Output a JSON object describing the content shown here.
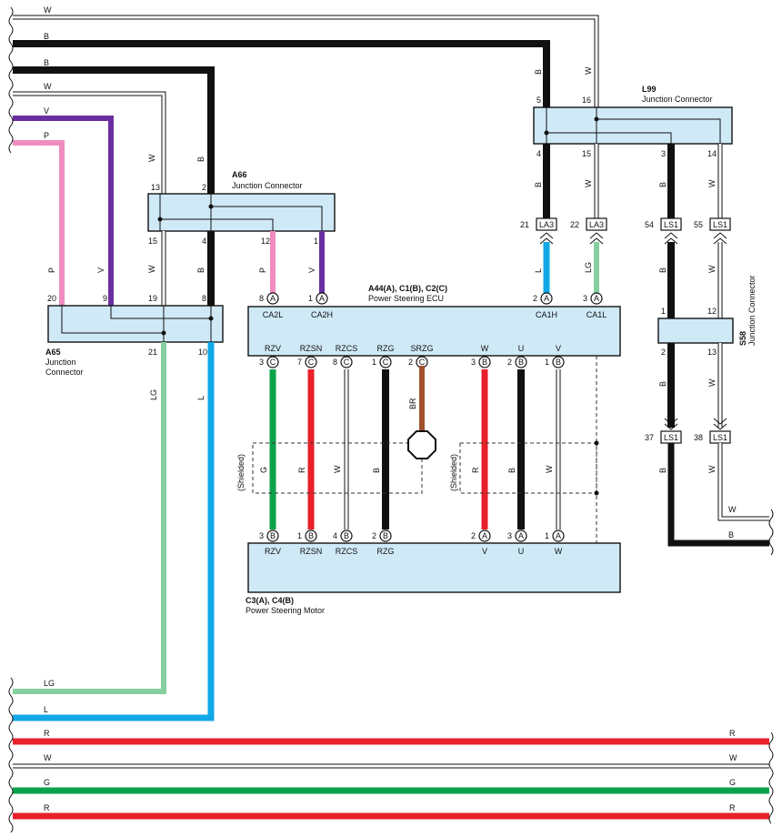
{
  "wire_colors": {
    "B": "#111111",
    "W": "#ffffff",
    "V": "#6a2fa0",
    "P": "#f08cc0",
    "LG": "#86d0a0",
    "L": "#12a8e8",
    "R": "#e8202a",
    "G": "#0aa24a",
    "BR": "#a0522d"
  },
  "left_wires": [
    "W",
    "B",
    "B",
    "W",
    "V",
    "P"
  ],
  "bottom_wires": {
    "lg": "LG",
    "l": "L",
    "rows": [
      "R",
      "W",
      "G",
      "R"
    ]
  },
  "l99": {
    "id": "L99",
    "name": "Junction Connector",
    "pins": [
      "5",
      "16",
      "4",
      "15",
      "3",
      "14"
    ],
    "wires": [
      "B",
      "W",
      "B",
      "W",
      "B",
      "W"
    ]
  },
  "a66": {
    "id": "A66",
    "name": "Junction Connector",
    "pins": [
      "13",
      "2",
      "15",
      "4",
      "12",
      "1"
    ],
    "wires": [
      "W",
      "B",
      "W",
      "B",
      "P",
      "V"
    ]
  },
  "a65": {
    "id": "A65",
    "name": "Junction",
    "name2": "Connector",
    "pins": [
      "20",
      "9",
      "19",
      "8",
      "21",
      "10"
    ],
    "wires": [
      "P",
      "V",
      "W",
      "B",
      "LG",
      "L"
    ]
  },
  "ecu": {
    "id": "A44(A), C1(B), C2(C)",
    "name": "Power Steering ECU",
    "top_pins": [
      {
        "num": "8",
        "letter": "A",
        "term": "CA2L",
        "wire": "P"
      },
      {
        "num": "1",
        "letter": "A",
        "term": "CA2H",
        "wire": "V"
      },
      {
        "num": "2",
        "letter": "A",
        "term": "CA1H",
        "wire": "L"
      },
      {
        "num": "3",
        "letter": "A",
        "term": "CA1L",
        "wire": "LG"
      }
    ],
    "bottom_pins": [
      {
        "num": "3",
        "letter": "C",
        "term": "RZV",
        "wire": "G"
      },
      {
        "num": "7",
        "letter": "C",
        "term": "RZSN",
        "wire": "R"
      },
      {
        "num": "8",
        "letter": "C",
        "term": "RZCS",
        "wire": "W"
      },
      {
        "num": "1",
        "letter": "C",
        "term": "RZG",
        "wire": "B"
      },
      {
        "num": "2",
        "letter": "C",
        "term": "SRZG",
        "wire": "BR"
      },
      {
        "num": "3",
        "letter": "B",
        "term": "W",
        "wire": "R"
      },
      {
        "num": "2",
        "letter": "B",
        "term": "U",
        "wire": "B"
      },
      {
        "num": "1",
        "letter": "B",
        "term": "V",
        "wire": "W"
      }
    ]
  },
  "motor": {
    "id": "C3(A), C4(B)",
    "name": "Power Steering Motor",
    "pins": [
      {
        "num": "3",
        "letter": "B",
        "term": "RZV"
      },
      {
        "num": "1",
        "letter": "B",
        "term": "RZSN"
      },
      {
        "num": "4",
        "letter": "B",
        "term": "RZCS"
      },
      {
        "num": "2",
        "letter": "B",
        "term": "RZG"
      },
      {
        "num": "2",
        "letter": "A",
        "term": "V"
      },
      {
        "num": "3",
        "letter": "A",
        "term": "U"
      },
      {
        "num": "1",
        "letter": "A",
        "term": "W"
      }
    ]
  },
  "la3": [
    {
      "num": "21",
      "tag": "LA3"
    },
    {
      "num": "22",
      "tag": "LA3"
    }
  ],
  "ls1_top": [
    {
      "num": "54",
      "tag": "LS1"
    },
    {
      "num": "55",
      "tag": "LS1"
    }
  ],
  "ls1_bot": [
    {
      "num": "37",
      "tag": "LS1"
    },
    {
      "num": "38",
      "tag": "LS1"
    }
  ],
  "s58": {
    "id": "S58",
    "name": "Junction Connector",
    "pins": [
      "1",
      "12",
      "2",
      "13"
    ]
  },
  "shielded": "(Shielded)",
  "right_wires": {
    "w": "W",
    "b": "B"
  }
}
